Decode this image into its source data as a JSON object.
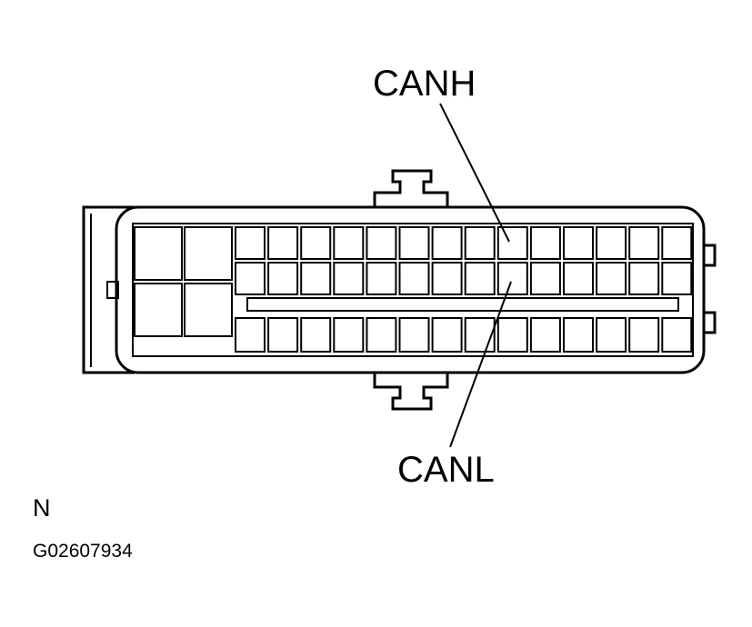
{
  "labels": {
    "canh": "CANH",
    "canl": "CANL",
    "connector_letter": "N",
    "figure_code": "G02607934"
  },
  "connector": {
    "upper_row_1_cavities": 14,
    "upper_row_2_cavities": 14,
    "lower_row_cavities": 14,
    "left_large_cavities": 4
  },
  "colors": {
    "line": "#000000",
    "background": "#ffffff"
  }
}
